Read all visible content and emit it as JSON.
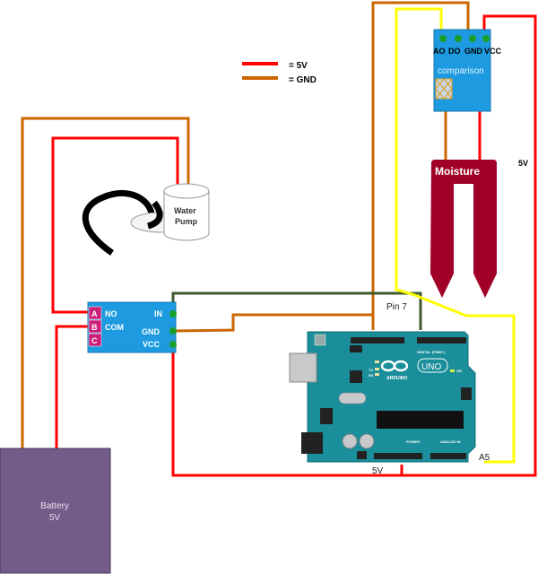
{
  "legend": {
    "items": [
      {
        "label": "= 5V",
        "color": "#ff0000"
      },
      {
        "label": "= GND",
        "color": "#cc6600"
      }
    ]
  },
  "colors": {
    "vcc": "#ff0000",
    "gnd": "#cc6600",
    "signal_analog": "#ffff00",
    "signal_digital": "#3e5a2e",
    "relay_body": "#1e9be0",
    "relay_terminal": "#cc1f7a",
    "sensor_body": "#1e9be0",
    "probe": "#a00028",
    "battery": "#745c89",
    "arduino": "#1a8e9a"
  },
  "sensor_module": {
    "pins": [
      "AO",
      "DO",
      "GND",
      "VCC"
    ],
    "chip_label": "comparison"
  },
  "moisture_probe": {
    "label": "Moisture"
  },
  "water_pump": {
    "line1": "Water",
    "line2": "Pump"
  },
  "relay": {
    "terminals": [
      "A",
      "B",
      "C"
    ],
    "terminal_labels": [
      "NO",
      "COM"
    ],
    "pins": [
      "IN",
      "GND",
      "VCC"
    ]
  },
  "arduino": {
    "logo_text": "ARDUINO",
    "model": "UNO",
    "digital_label": "DIGITAL (PWM~)",
    "power_label": "POWER",
    "analog_label": "ANALOG IN",
    "on_label": "ON",
    "tx_label": "TX",
    "rx_label": "RX"
  },
  "annotations": {
    "pin7": "Pin 7",
    "a5": "A5",
    "fivev_right": "5V",
    "fivev_bottom": "5V"
  },
  "battery": {
    "line1": "Battery",
    "line2": "5V"
  }
}
